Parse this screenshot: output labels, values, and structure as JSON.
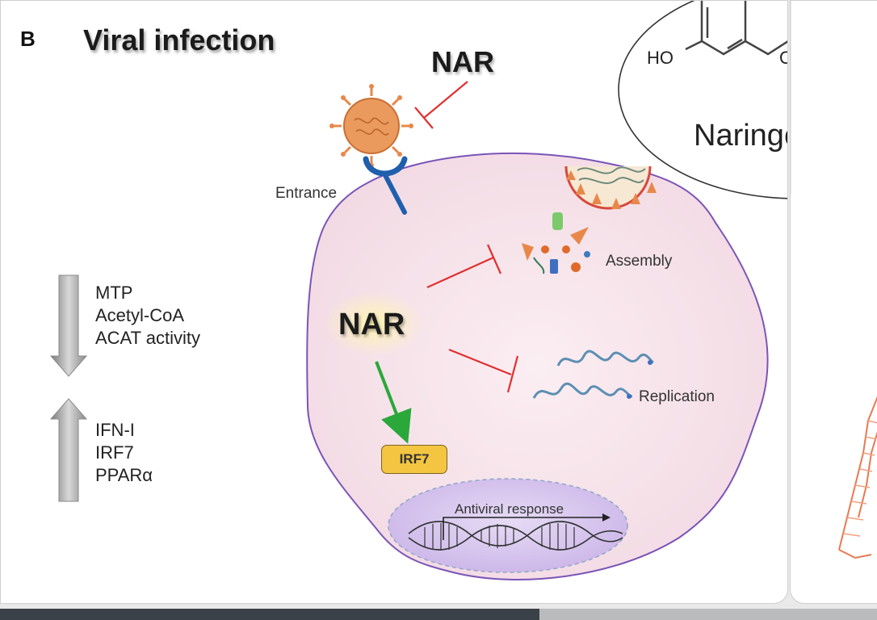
{
  "panel": {
    "letter": "B",
    "title": "Viral infection"
  },
  "inhibitor_top": "NAR",
  "inhibitor_center": "NAR",
  "labels": {
    "entrance": "Entrance",
    "assembly": "Assembly",
    "replication": "Replication",
    "irf7": "IRF7",
    "antiviral_response": "Antiviral response"
  },
  "downregulated": [
    "MTP",
    "Acetyl-CoA",
    "ACAT activity"
  ],
  "upregulated": [
    "IFN-I",
    "IRF7",
    "PPARα"
  ],
  "structure": {
    "name": "Naringenin",
    "ho": "HO",
    "o": "O"
  },
  "colors": {
    "cell_fill": "#f6e0e8",
    "cell_border": "#7a55b8",
    "inhibit_red": "#e03030",
    "activate_green": "#2aa83a",
    "receptor_blue": "#1f5fae",
    "virus_orange": "#e7884a",
    "nucleus_fill": "#d9c7ee",
    "irf7_yellow": "#f4c541"
  }
}
